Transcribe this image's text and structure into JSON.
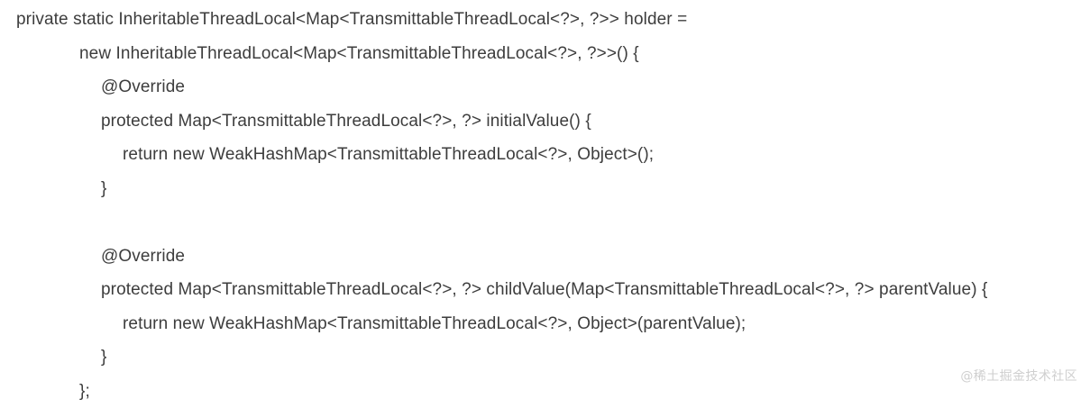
{
  "page": {
    "background_color": "#ffffff",
    "text_color": "#3d3d3d",
    "language": "java",
    "watermark_color": "#cfcfcf"
  },
  "code": {
    "lines": [
      {
        "indent": 0,
        "text": "private static InheritableThreadLocal<Map<TransmittableThreadLocal<?>, ?>> holder ="
      },
      {
        "indent": 1,
        "text": "new InheritableThreadLocal<Map<TransmittableThreadLocal<?>, ?>>() {"
      },
      {
        "indent": 2,
        "text": "@Override"
      },
      {
        "indent": 2,
        "text": "protected Map<TransmittableThreadLocal<?>, ?> initialValue() {"
      },
      {
        "indent": 3,
        "text": "return new WeakHashMap<TransmittableThreadLocal<?>, Object>();"
      },
      {
        "indent": 2,
        "text": "}"
      },
      {
        "indent": 2,
        "text": ""
      },
      {
        "indent": 2,
        "text": "@Override"
      },
      {
        "indent": 2,
        "text": "protected Map<TransmittableThreadLocal<?>, ?> childValue(Map<TransmittableThreadLocal<?>, ?> parentValue) {"
      },
      {
        "indent": 3,
        "text": "return new WeakHashMap<TransmittableThreadLocal<?>, Object>(parentValue);"
      },
      {
        "indent": 2,
        "text": "}"
      },
      {
        "indent": 1,
        "text": "};"
      }
    ]
  },
  "watermark": {
    "text": "@稀土掘金技术社区"
  }
}
